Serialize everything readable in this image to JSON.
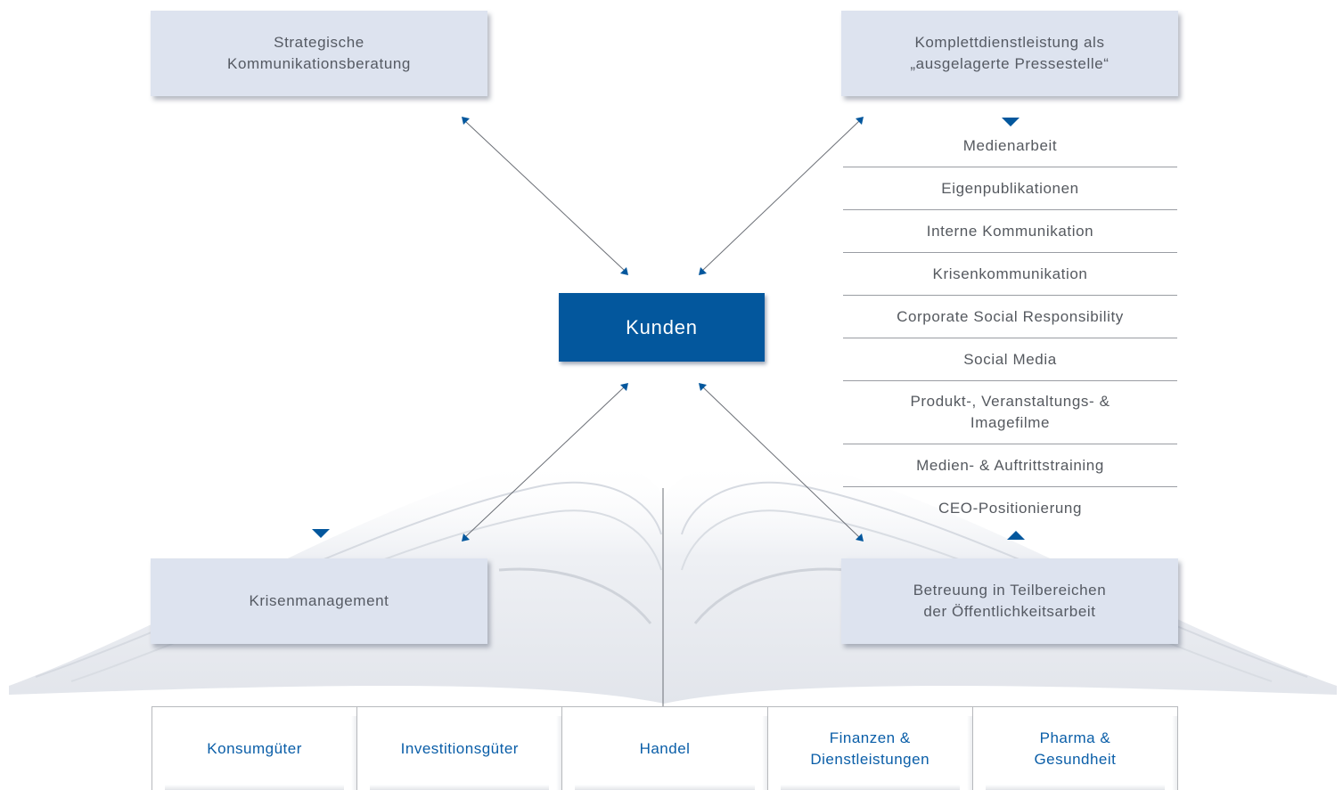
{
  "center": {
    "label": "Kunden"
  },
  "boxes": {
    "strategic": [
      "Strategische",
      "Kommunikationsberatung"
    ],
    "komplett": [
      "Komplettdienstleistung als",
      "„ausgelagerte Pressestelle“"
    ],
    "krisen": [
      "Krisenmanagement"
    ],
    "betreuung": [
      "Betreuung in Teilbereichen",
      "der Öffentlichkeitsarbeit"
    ]
  },
  "services": [
    "Medienarbeit",
    "Eigenpublikationen",
    "Interne Kommunikation",
    "Krisenkommunikation",
    "Corporate Social Responsibility",
    "Social Media",
    [
      "Produkt-, Veranstaltungs- &",
      "Imagefilme"
    ],
    "Medien- & Auftrittstraining",
    "CEO-Positionierung"
  ],
  "industries": [
    [
      "Konsumgüter"
    ],
    [
      "Investitionsgüter"
    ],
    [
      "Handel"
    ],
    [
      "Finanzen &",
      "Dienstleistungen"
    ],
    [
      "Pharma &",
      "Gesundheit"
    ]
  ],
  "colors": {
    "accent": "#03579d",
    "box_fill": "#dde3ef",
    "box_text": "#555a63",
    "industry_text": "#0a5ea8",
    "rule": "#9a9da3"
  }
}
